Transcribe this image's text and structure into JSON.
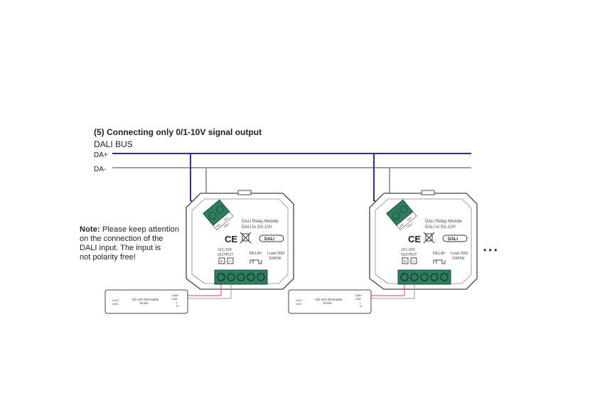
{
  "title": "(5) Connecting only 0/1-10V signal output",
  "bus_label": "DALI BUS",
  "lines": {
    "plus": "DA+",
    "minus": "DA-"
  },
  "note": {
    "bold": "Note:",
    "lines": [
      " Please keep attention",
      "on the connection of the",
      "DALI input. The input is",
      "not polarity free!"
    ]
  },
  "module": {
    "name_line1": "DALI Relay Module",
    "name_line2": "DALI to 0/1-10V",
    "ce": "CE",
    "dali_logo": "DALI",
    "output_line1": "0/1-10V",
    "output_line2": "OUTPUT",
    "plus": "+",
    "minus": "−",
    "relay": "RELAY",
    "load_line1": "Load 300/",
    "load_line2": "1000W",
    "terminal_labels": [
      "DA+",
      "DA-"
    ],
    "terminal_caption": "DALI"
  },
  "driver": {
    "label_line1": "0/1-10V Dimmable",
    "label_line2": "Driver",
    "left_pins": [
      "LED+",
      "LED-"
    ],
    "right_pins": [
      "DIM+",
      "DIM-",
      "L",
      "N"
    ]
  },
  "continuation": "• • •",
  "colors": {
    "bus_plus": "#2b2f8a",
    "bus_minus": "#a0a0a0",
    "terminal": "#2e7d5b",
    "wire_red": "#d44"
  }
}
